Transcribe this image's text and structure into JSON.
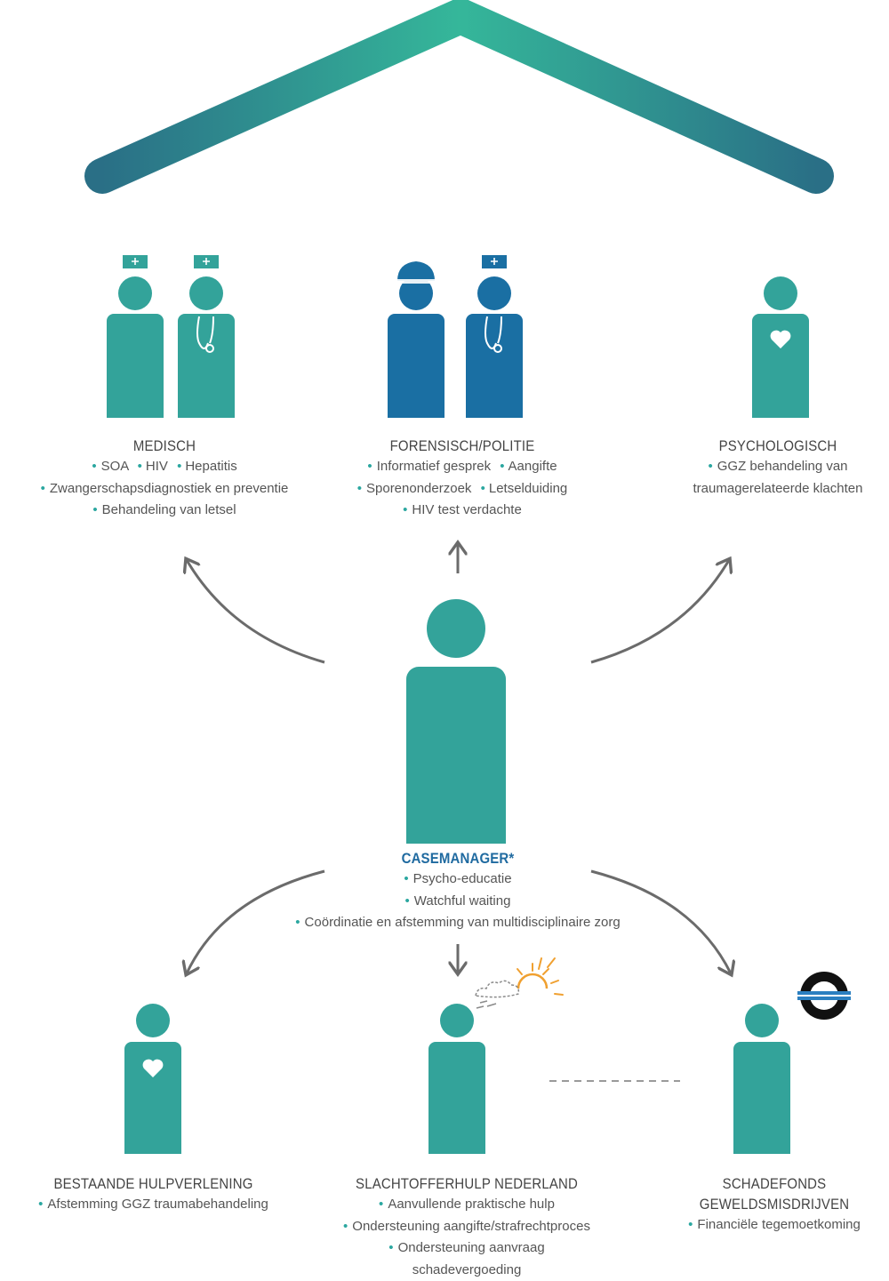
{
  "medisch": {
    "title": "MEDISCH",
    "line1": [
      "SOA",
      "HIV",
      "Hepatitis"
    ],
    "line2": "Zwangerschapsdiagnostiek en preventie",
    "line3": "Behandeling van letsel"
  },
  "forensisch": {
    "title": "FORENSISCH/POLITIE",
    "line1": [
      "Informatief gesprek",
      "Aangifte"
    ],
    "line2": [
      "Sporenonderzoek",
      "Letselduiding"
    ],
    "line3": "HIV test verdachte"
  },
  "psychologisch": {
    "title": "PSYCHOLOGISCH",
    "line1": "GGZ behandeling van",
    "line2": "traumagerelateerde klachten"
  },
  "casemanager": {
    "title": "CASEMANAGER*",
    "items": [
      "Psycho-educatie",
      "Watchful waiting",
      "Coördinatie en afstemming van multidisciplinaire zorg"
    ]
  },
  "bestaande": {
    "title": "BESTAANDE HULPVERLENING",
    "items": [
      "Afstemming GGZ traumabehandeling"
    ]
  },
  "slachtofferhulp": {
    "title": "SLACHTOFFERHULP NEDERLAND",
    "items": [
      "Aanvullende praktische hulp",
      "Ondersteuning aangifte/strafrechtproces",
      "Ondersteuning aanvraag"
    ],
    "continuation": "schadevergoeding"
  },
  "schadefonds": {
    "title_line1": "SCHADEFONDS",
    "title_line2": "GEWELDSMISDRIJVEN",
    "items": [
      "Financiële tegemoetkoming"
    ]
  },
  "colors": {
    "teal": "#33a39a",
    "blue": "#1a6fa3",
    "arrow": "#6b6b6b",
    "title_blue": "#1f6aa0"
  }
}
